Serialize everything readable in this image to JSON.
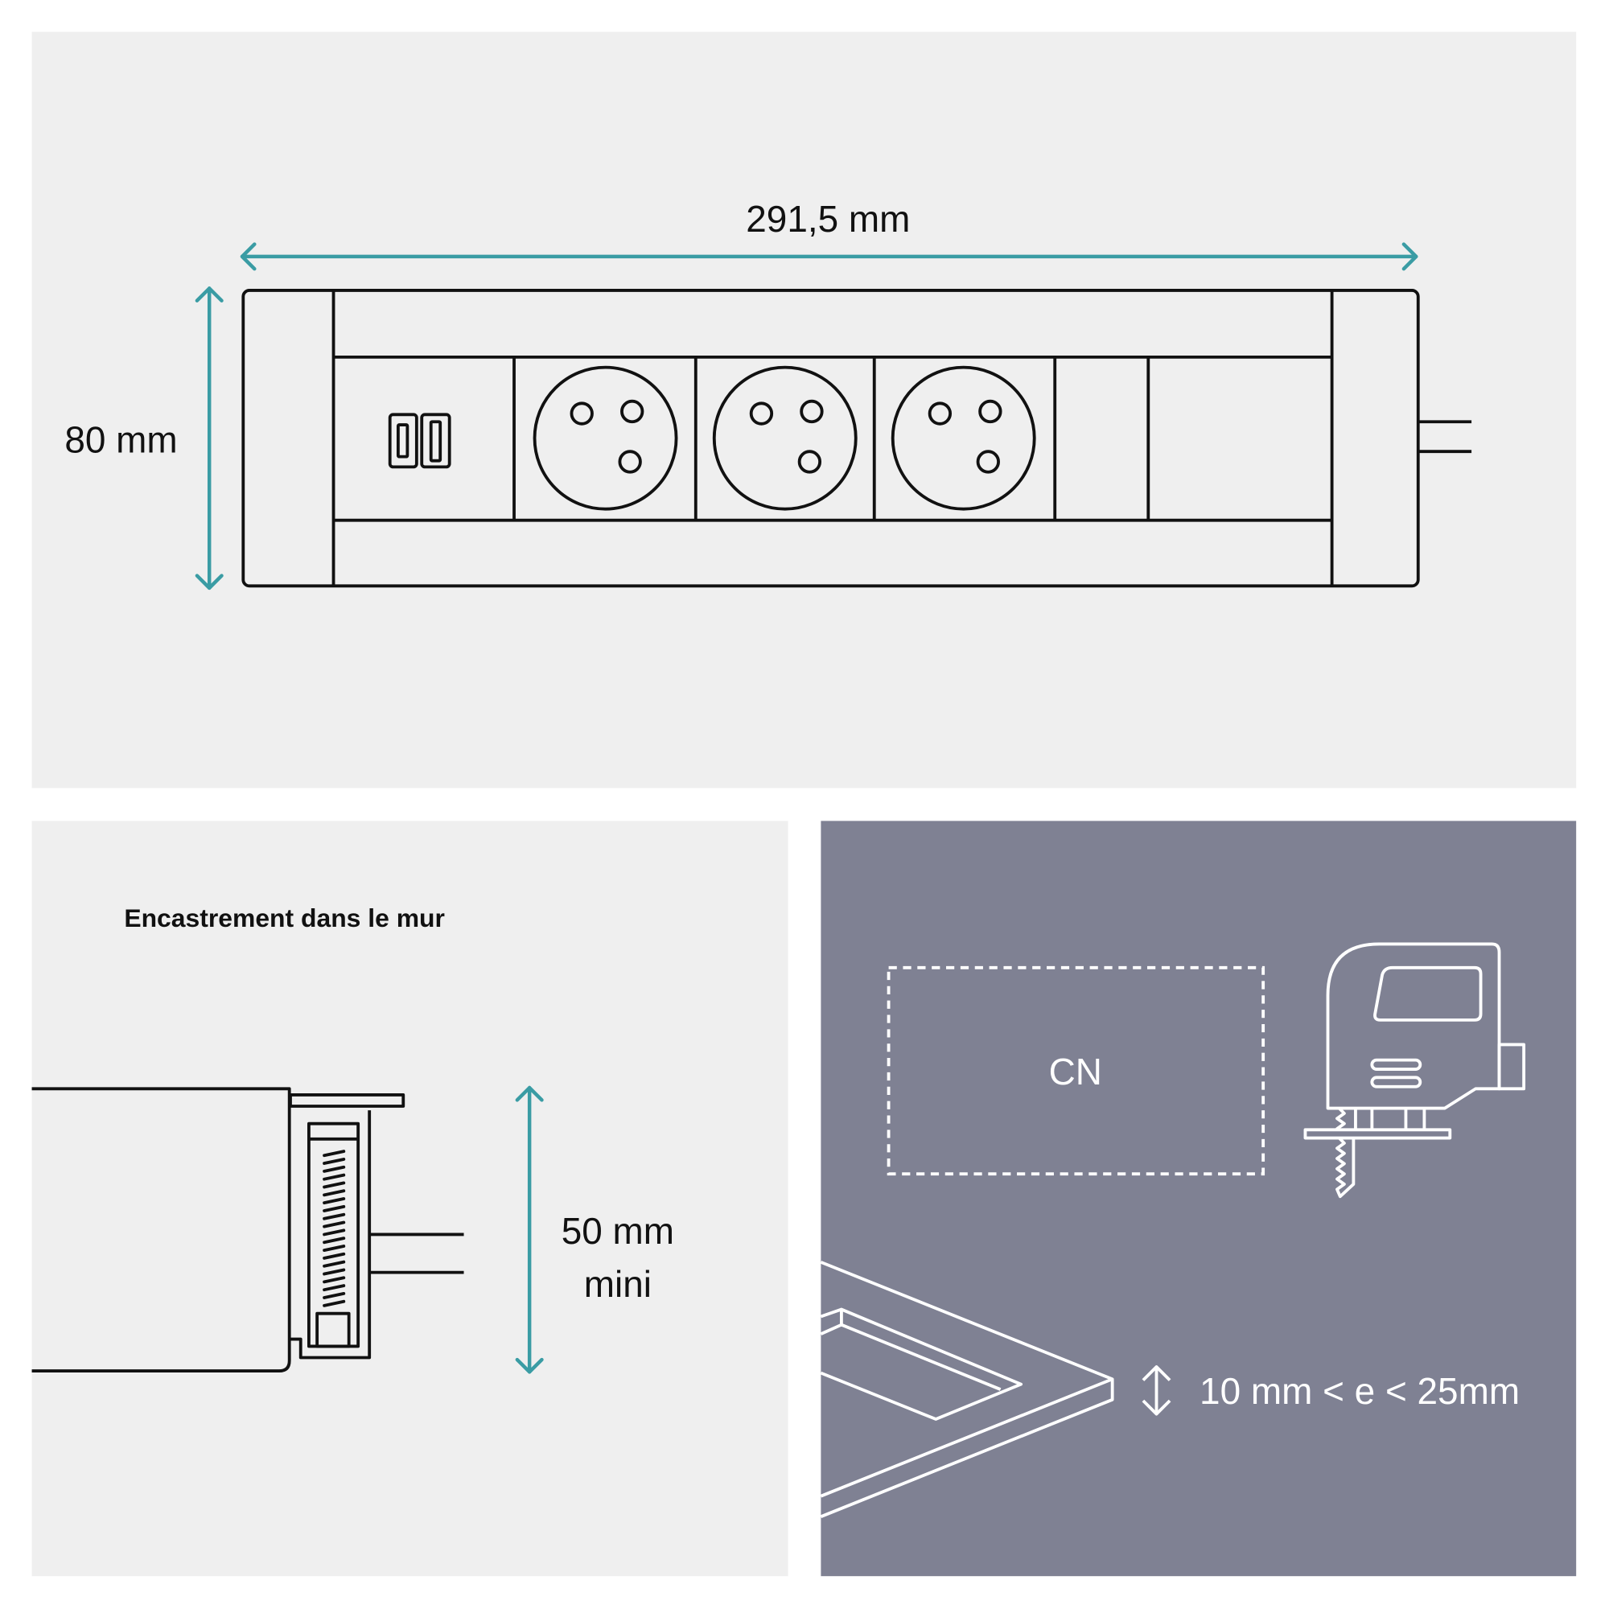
{
  "top_panel": {
    "width_label": "291,5 mm",
    "height_label": "80 mm",
    "socket_count": 3,
    "usb_ports": 2
  },
  "bottom_left_panel": {
    "title": "Encastrement dans le mur",
    "depth_label_line1": "50 mm",
    "depth_label_line2": "mini"
  },
  "bottom_right_panel": {
    "cutout_label": "CN",
    "thickness_label": "10 mm < e < 25mm"
  },
  "colors": {
    "panel_light": "#efefef",
    "panel_dark": "#7f8193",
    "accent": "#3a9ca4",
    "line": "#111111"
  }
}
